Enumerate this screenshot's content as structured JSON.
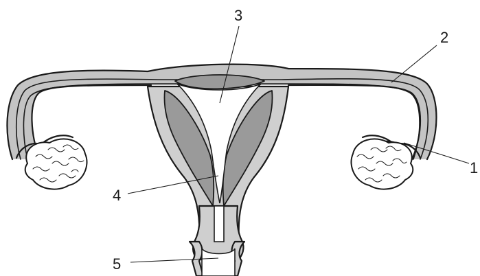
{
  "labels": {
    "one": "1",
    "two": "2",
    "three": "3",
    "four": "4",
    "five": "5"
  },
  "colors": {
    "outline": "#1a1a1a",
    "light_tissue": "#cfcfcf",
    "dark_tissue": "#9a9a9a",
    "background": "#ffffff"
  }
}
